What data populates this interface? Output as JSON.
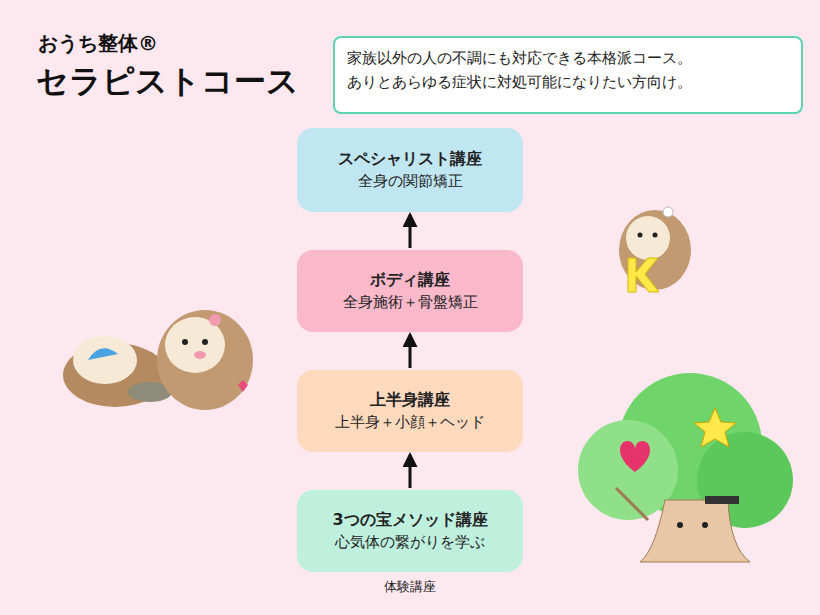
{
  "diagram": {
    "title": "セラピストコース",
    "nodes": [
      {
        "text": [
          "家族以外の人の不調にも対応できる本格派コース。 ありとあらゆる症状に対処可能になりたい方向け。"
        ]
      },
      {
        "text": [
          "スペシャリスト講座",
          "全身の関節矯正"
        ]
      },
      {
        "text": [
          "ボディ講座",
          "全身施術＋骨盤矯正"
        ]
      },
      {
        "text": [
          "上半身講座",
          "上半身＋小顔＋ヘッド"
        ]
      },
      {
        "text": [
          "3つの宝メソッド講座",
          "心気体の繋がりを学ぶ",
          "体験講座"
        ]
      }
    ],
    "edges": [
      {
        "from": 4,
        "to": 3,
        "arrow": "to"
      },
      {
        "from": 3,
        "to": 2,
        "arrow": "to"
      },
      {
        "from": 2,
        "to": 1,
        "arrow": "to"
      }
    ],
    "labels": [
      "おうち整体®"
    ]
  }
}
